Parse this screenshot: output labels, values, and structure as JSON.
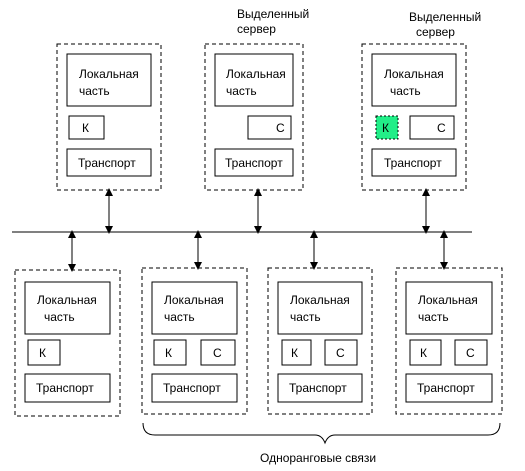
{
  "labels": {
    "dedicated_server": "Выделенный сервер",
    "dedicated_line1": "Выделенный",
    "dedicated_line2": "сервер",
    "peer_links": "Одноранговые связи"
  },
  "nodes": [
    {
      "id": "top-1",
      "local_line1": "Локальная",
      "local_line2": "часть",
      "transport": "Транспорт",
      "k": "К"
    },
    {
      "id": "top-2",
      "local_line1": "Локальная",
      "local_line2": "часть",
      "transport": "Транспорт",
      "c": "С"
    },
    {
      "id": "top-3",
      "local_line1": "Локальная",
      "local_line2": "часть",
      "transport": "Транспорт",
      "k": "К",
      "c": "С"
    },
    {
      "id": "bottom-1",
      "local_line1": "Локальная",
      "local_line2": "часть",
      "transport": "Транспорт",
      "k": "К"
    },
    {
      "id": "bottom-2",
      "local_line1": "Локальная",
      "local_line2": "часть",
      "transport": "Транспорт",
      "k": "К",
      "c": "С"
    },
    {
      "id": "bottom-3",
      "local_line1": "Локальная",
      "local_line2": "часть",
      "transport": "Транспорт",
      "k": "К",
      "c": "С"
    },
    {
      "id": "bottom-4",
      "local_line1": "Локальная",
      "local_line2": "часть",
      "transport": "Транспорт",
      "k": "К",
      "c": "С"
    }
  ],
  "colors": {
    "highlight_k": "#22ee88",
    "line": "#000000"
  }
}
